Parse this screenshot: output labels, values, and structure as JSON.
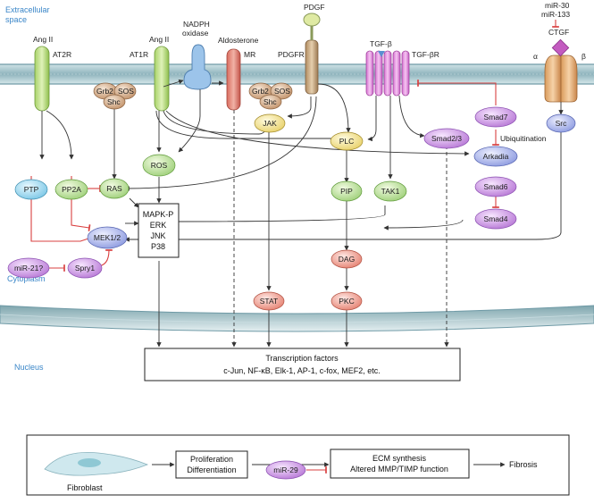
{
  "regions": {
    "extracellular_1": "Extracellular",
    "extracellular_2": "space",
    "cytoplasm": "Cytoplasm",
    "nucleus": "Nucleus"
  },
  "receptors": {
    "ang2_left": "Ang II",
    "at2r": "AT2R",
    "ang2_mid": "Ang II",
    "at1r": "AT1R",
    "nadph_1": "NADPH",
    "nadph_2": "oxidase",
    "aldosterone": "Aldosterone",
    "mr": "MR",
    "pdgf": "PDGF",
    "pdgfr": "PDGFR",
    "tgfb": "TGF-β",
    "tgfbr": "TGF-βR",
    "mir30": "miR-30",
    "mir133": "miR-133",
    "ctgf": "CTGF",
    "alpha": "α",
    "beta": "β"
  },
  "nodes": {
    "grb2_1": "Grb2",
    "sos_1": "SOS",
    "shc_1": "Shc",
    "grb2_2": "Grb2",
    "sos_2": "SOS",
    "shc_2": "Shc",
    "jak": "JAK",
    "plc": "PLC",
    "ros": "ROS",
    "ptp": "PTP",
    "pp2a": "PP2A",
    "ras": "RAS",
    "mek": "MEK1/2",
    "mir21": "miR-21?",
    "spry1": "Spry1",
    "pip": "PIP",
    "tak1": "TAK1",
    "dag": "DAG",
    "pkc": "PKC",
    "stat": "STAT",
    "smad7": "Smad7",
    "smad23": "Smad2/3",
    "arkadia": "Arkadia",
    "smad6": "Smad6",
    "smad4": "Smad4",
    "src": "Src",
    "ubiquitination": "Ubiquitination"
  },
  "mapk_box": [
    "MAPK-P",
    "ERK",
    "JNK",
    "P38"
  ],
  "transcription": {
    "title": "Transcription factors",
    "list": "c-Jun, NF-κB, Elk-1, AP-1, c-fox, MEF2, etc."
  },
  "bottom_panel": {
    "fibroblast": "Fibroblast",
    "proliferation": "Proliferation",
    "differentiation": "Differentiation",
    "mir29": "miR-29",
    "ecm": "ECM synthesis",
    "mmp": "Altered MMP/TIMP function",
    "fibrosis": "Fibrosis"
  },
  "colors": {
    "membrane": "#6f9aa6",
    "arrow": "#333333",
    "inhibit": "#d94040",
    "region_text": "#3a86c8"
  }
}
